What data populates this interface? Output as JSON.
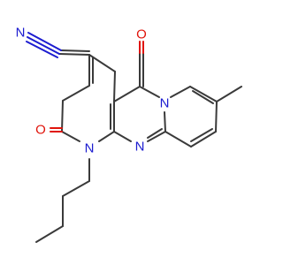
{
  "molecule": {
    "atom_labels": {
      "n_nitrile": "N",
      "o_carbonyl_top": "O",
      "o_carbonyl_left": "O",
      "n_pyridone": "N",
      "n_imine": "N",
      "n_bridgehead": "N"
    },
    "colors": {
      "bond": "#3a3a3a",
      "oxygen": "#e0140b",
      "nitrogen": "#1c1cd0"
    }
  }
}
